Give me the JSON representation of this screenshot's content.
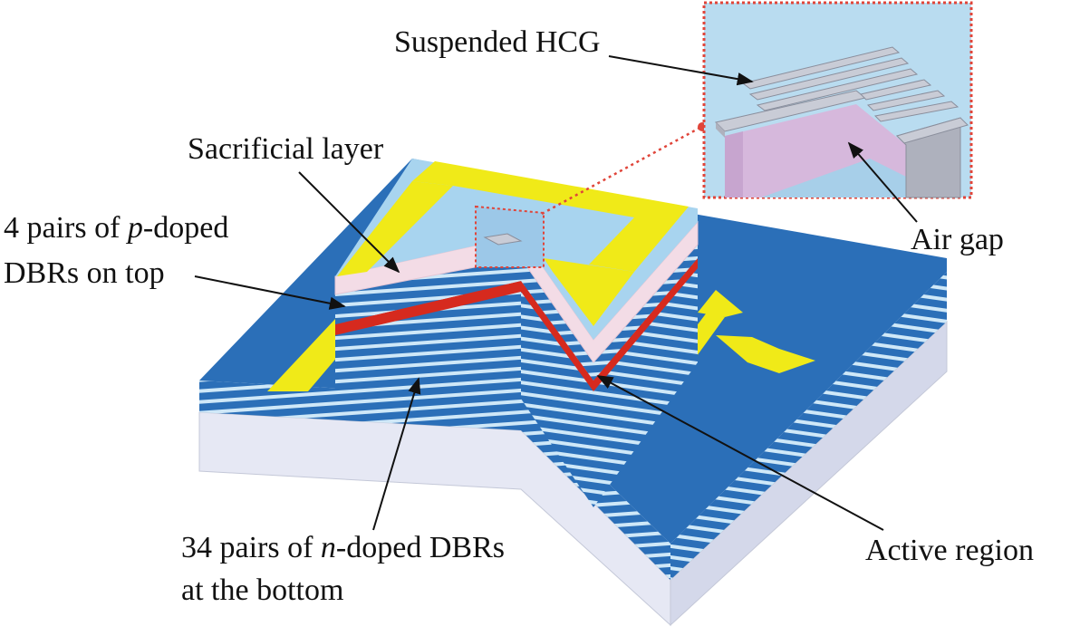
{
  "labels": {
    "suspended_hcg": "Suspended HCG",
    "sacrificial_layer": "Sacrificial layer",
    "p_dbr_line1_pre": "4 pairs of ",
    "p_dbr_line1_italic": "p",
    "p_dbr_line1_post": "-doped",
    "p_dbr_line2": "DBRs on top",
    "air_gap": "Air gap",
    "n_dbr_line1_pre": "34 pairs of ",
    "n_dbr_line1_italic": "n",
    "n_dbr_line1_post": "-doped DBRs",
    "n_dbr_line2": "at the bottom",
    "active_region": "Active region"
  },
  "colors": {
    "substrate_blue": "#2b6fb8",
    "dbr_light": "#bfe0f5",
    "contact_yellow": "#f0ea18",
    "active_red": "#d62a1e",
    "sacrificial_pink": "#f3dce6",
    "hcg_gray": "#c9ccd6",
    "inset_bg": "#b9dcf0",
    "inset_border": "#e0453a",
    "air_gap_violet": "#d6b8dc"
  }
}
